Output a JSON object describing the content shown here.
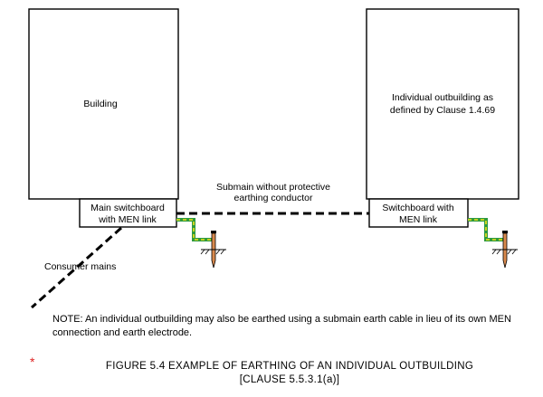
{
  "labels": {
    "building": "Building",
    "outbuilding_line1": "Individual outbuilding as",
    "outbuilding_line2": "defined by Clause 1.4.69",
    "main_switchboard_line1": "Main switchboard",
    "main_switchboard_line2": "with MEN link",
    "switchboard_line1": "Switchboard with",
    "switchboard_line2": "MEN link",
    "submain_line1": "Submain without protective",
    "submain_line2": "earthing conductor",
    "consumer_mains": "Consumer mains"
  },
  "note": "NOTE:  An individual outbuilding may also be earthed using a submain earth cable in lieu of its own MEN connection and earth electrode.",
  "marker": "*",
  "caption_line1": "FIGURE  5.4   EXAMPLE OF EARTHING OF AN INDIVIDUAL OUTBUILDING",
  "caption_line2": "[CLAUSE 5.5.3.1(a)]",
  "colors": {
    "earth_green": "#2e9a3e",
    "earth_yellow": "#f2e21c",
    "electrode": "#d98a4e"
  }
}
